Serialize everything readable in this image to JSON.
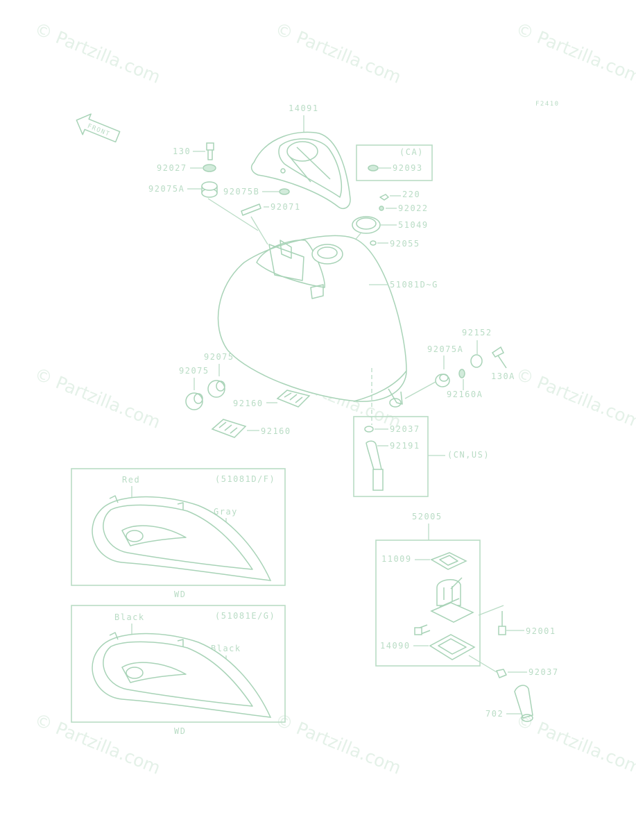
{
  "watermark": "© Partzilla.com",
  "figure_code": "F2410",
  "front_arrow_label": "FRONT",
  "parts": {
    "p14091": "14091",
    "p130": "130",
    "p92027": "92027",
    "p92075A_top": "92075A",
    "p92075B": "92075B",
    "p92071": "92071",
    "p92093": "92093",
    "p220": "220",
    "p92022": "92022",
    "p51049": "51049",
    "p92055": "92055",
    "p51081": "51081D~G",
    "p92152": "92152",
    "p92075A_right": "92075A",
    "p130A": "130A",
    "p92160A": "92160A",
    "p92075_a": "92075",
    "p92075_b": "92075",
    "p92160_a": "92160",
    "p92160_b": "92160",
    "p92037_a": "92037",
    "p92191": "92191",
    "p52005": "52005",
    "p11009": "11009",
    "p14090": "14090",
    "p92001": "92001",
    "p92037_b": "92037",
    "p702": "702"
  },
  "callouts": {
    "ca": "(CA)",
    "cnus": "(CN,US)"
  },
  "variant_1": {
    "codes": "(51081D/F)",
    "color_a": "Red",
    "color_b": "Gray",
    "caption": "WD"
  },
  "variant_2": {
    "codes": "(51081E/G)",
    "color_a": "Black",
    "color_b": "Black",
    "caption": "WD"
  }
}
